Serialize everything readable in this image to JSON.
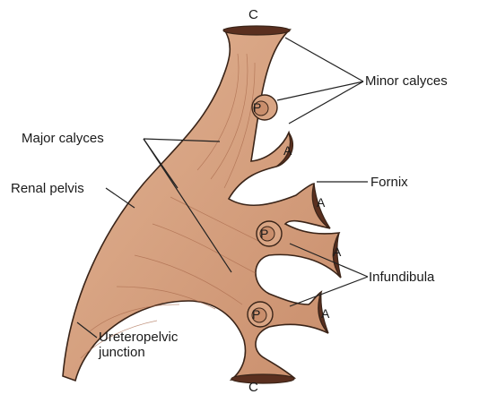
{
  "labels": {
    "calyx_top": "C",
    "calyx_bottom": "C",
    "minor_calyces": "Minor calyces",
    "major_calyces": "Major calyces",
    "renal_pelvis": "Renal pelvis",
    "fornix": "Fornix",
    "infundibula": "Infundibula",
    "ureteropelvic_junction": "Ureteropelvic\njunction",
    "anterior_1": "A",
    "anterior_2": "A",
    "anterior_3": "A",
    "anterior_4": "A",
    "posterior_1": "P",
    "posterior_2": "P",
    "posterior_3": "P"
  },
  "colors": {
    "tissue": "#d9a584",
    "tissue_dark": "#b97c5c",
    "outline": "#3a2418",
    "line": "#222222"
  }
}
